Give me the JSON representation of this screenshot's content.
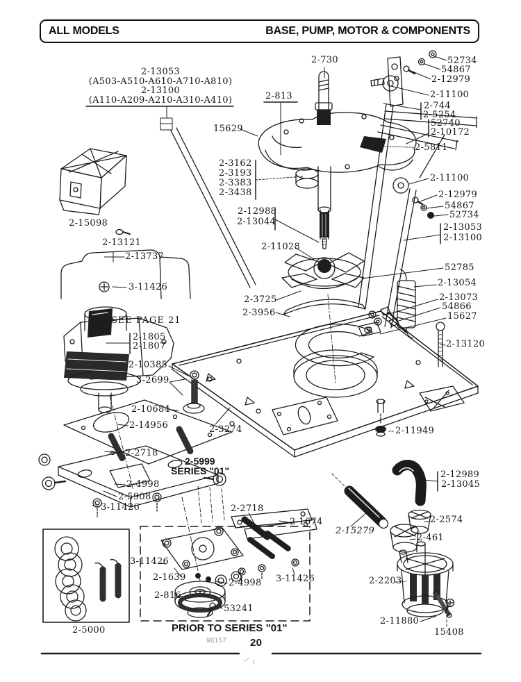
{
  "header": {
    "left_title": "ALL MODELS",
    "right_title": "BASE, PUMP, MOTOR & COMPONENTS"
  },
  "footer": {
    "page_number": "20",
    "form_code": "98157"
  },
  "callouts": [
    "2-730",
    "52734",
    "54867",
    "2-12979",
    "2-11100",
    "2-744",
    "2-5254",
    "52740",
    "2-10172",
    "2-13053",
    "(A503-A510-A610-A710-A810)",
    "2-13100",
    "(A110-A209-A210-A310-A410)",
    "2-813",
    "15629",
    "2-5811",
    "2-3162",
    "2-3193",
    "2-3383",
    "2-3438",
    "2-11100",
    "2-12979",
    "54867",
    "52734",
    "2-13053",
    "2-13100",
    "2-12988",
    "2-13044",
    "2-15098",
    "2-13121",
    "2-11028",
    "2-13737",
    "52785",
    "3-11426",
    "2-13054",
    "2-13073",
    "54866",
    "15627",
    "SEE PAGE 21",
    "2-3725",
    "2-3956",
    "2-1805",
    "2-1807",
    "2-13120",
    "2-10385",
    "3-2699",
    "2-10684",
    "2-14956",
    "2-3274",
    "2-11949",
    "2-2718",
    "2-5999",
    "SERIES \"01\"",
    "2-4998",
    "2-5908",
    "3-11426",
    "2-12989",
    "2-13045",
    "2-2718",
    "2-1674",
    "2-2574",
    "2-15279",
    "2-461",
    "3-11426",
    "2-1639",
    "2-2203",
    "2-4998",
    "3-11426",
    "2-816",
    "53241",
    "2-11880",
    "15408",
    "2-5000",
    "PRIOR TO SERIES \"01\""
  ]
}
